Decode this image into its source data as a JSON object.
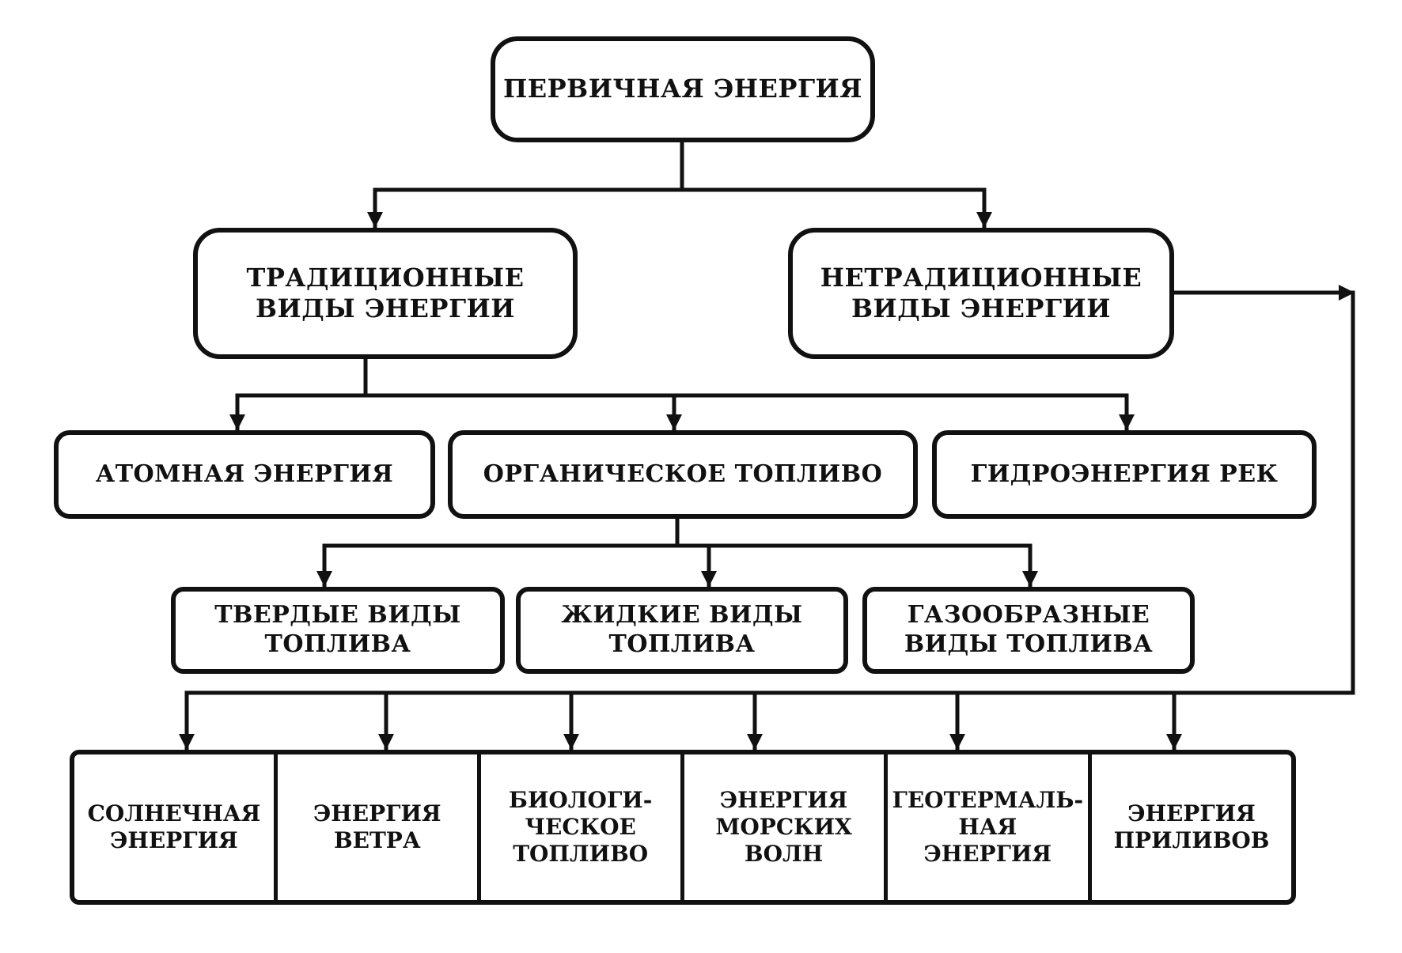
{
  "nodes": {
    "primary": "ПЕРВИЧНАЯ ЭНЕРГИЯ",
    "traditional": "ТРАДИЦИОННЫЕ\nВИДЫ ЭНЕРГИИ",
    "nontraditional": "НЕТРАДИЦИОННЫЕ\nВИДЫ ЭНЕРГИИ",
    "atomic": "АТОМНАЯ ЭНЕРГИЯ",
    "organic": "ОРГАНИЧЕСКОЕ ТОПЛИВО",
    "hydro": "ГИДРОЭНЕРГИЯ РЕК",
    "solid": "ТВЕРДЫЕ ВИДЫ\nТОПЛИВА",
    "liquid": "ЖИДКИЕ ВИДЫ\nТОПЛИВА",
    "gas": "ГАЗООБРАЗНЫЕ\nВИДЫ ТОПЛИВА"
  },
  "renewables": [
    "СОЛНЕЧНАЯ\nЭНЕРГИЯ",
    "ЭНЕРГИЯ\nВЕТРА",
    "БИОЛОГИ-\nЧЕСКОЕ\nТОПЛИВО",
    "ЭНЕРГИЯ\nМОРСКИХ\nВОЛН",
    "ГЕОТЕРМАЛЬ-\nНАЯ\nЭНЕРГИЯ",
    "ЭНЕРГИЯ\nПРИЛИВОВ"
  ],
  "colors": {
    "ink": "#111111",
    "background": "#ffffff"
  }
}
